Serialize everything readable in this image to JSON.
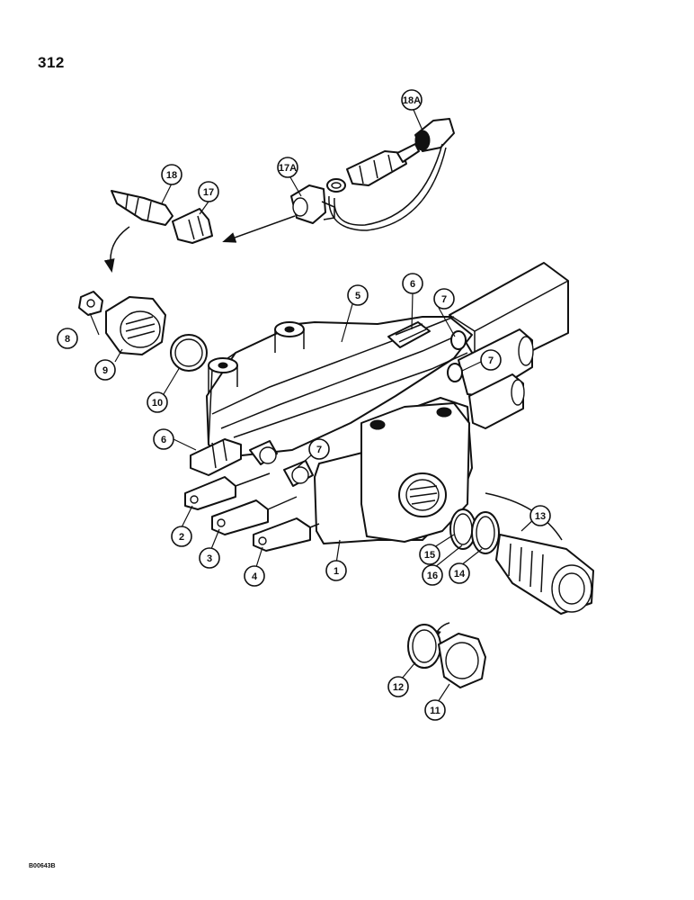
{
  "page": {
    "number": "312",
    "figure_code": "B00643B"
  },
  "callouts": {
    "c1": "1",
    "c2": "2",
    "c3": "3",
    "c4": "4",
    "c5": "5",
    "c6a": "6",
    "c6b": "6",
    "c7a": "7",
    "c7b": "7",
    "c7c": "7",
    "c8": "8",
    "c9": "9",
    "c10": "10",
    "c11": "11",
    "c12": "12",
    "c13": "13",
    "c14": "14",
    "c15": "15",
    "c16": "16",
    "c17": "17",
    "c17a": "17A",
    "c18": "18",
    "c18a": "18A"
  }
}
